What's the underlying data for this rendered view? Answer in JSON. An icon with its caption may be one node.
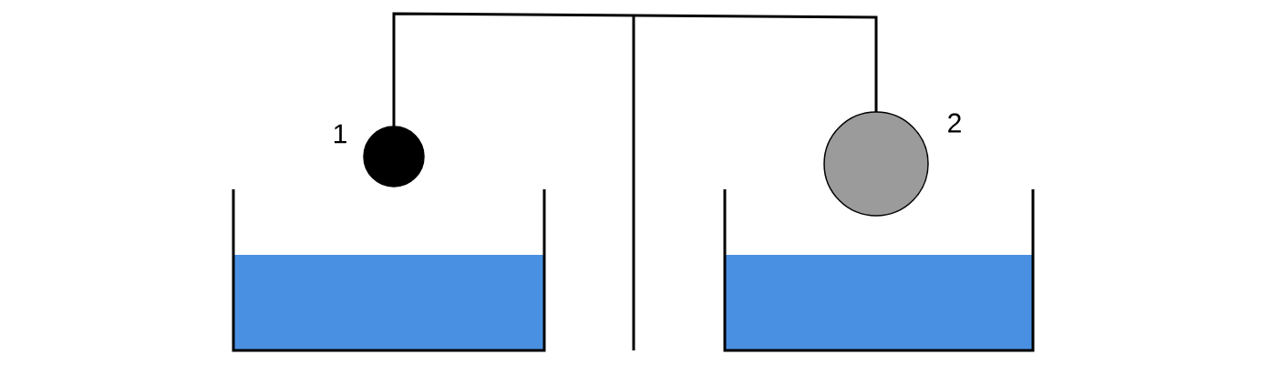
{
  "diagram": {
    "nodes": [
      {
        "text": [],
        "shape": "circle",
        "beside": [
          "1"
        ]
      },
      {
        "text": [],
        "shape": "circle",
        "beside": [
          "2"
        ]
      }
    ]
  }
}
